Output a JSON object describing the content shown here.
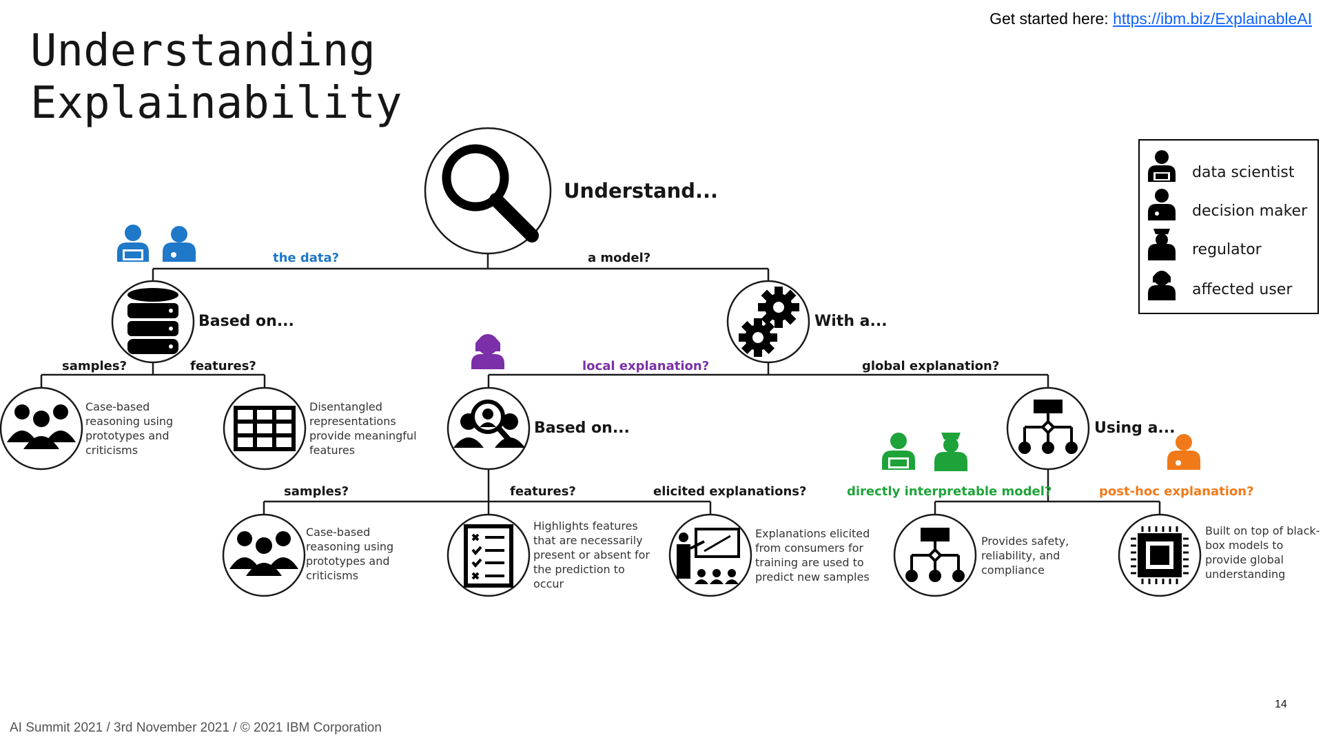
{
  "header": {
    "title_line1": "Understanding",
    "title_line2": "Explainability",
    "get_started_label": "Get started here: ",
    "get_started_link": "https://ibm.biz/ExplainableAI"
  },
  "footer": {
    "text": "AI Summit 2021 / 3rd November 2021 / © 2021 IBM Corporation",
    "page_number": "14"
  },
  "tree": {
    "root": "Understand...",
    "branch_data": "the data?",
    "branch_model": "a model?",
    "data_node": "Based on...",
    "data_samples": "samples?",
    "data_features": "features?",
    "data_samples_desc": [
      "Case-based",
      "reasoning using",
      "prototypes and",
      "criticisms"
    ],
    "data_features_desc": [
      "Disentangled",
      "representations",
      "provide meaningful",
      "features"
    ],
    "model_node": "With a...",
    "local": "local explanation?",
    "global": "global explanation?",
    "local_node": "Based on...",
    "local_samples": "samples?",
    "local_features": "features?",
    "local_elicited": "elicited explanations?",
    "local_samples_desc": [
      "Case-based",
      "reasoning using",
      "prototypes and",
      "criticisms"
    ],
    "local_features_desc": [
      "Highlights features",
      "that are necessarily",
      "present or absent for",
      "the prediction to",
      "occur"
    ],
    "local_elicited_desc": [
      "Explanations elicited",
      "from consumers for",
      "training are used to",
      "predict new samples"
    ],
    "global_node": "Using a...",
    "direct": "directly interpretable model?",
    "posthoc": "post-hoc explanation?",
    "direct_desc": [
      "Provides safety,",
      "reliability, and",
      "compliance"
    ],
    "posthoc_desc": [
      "Built on top of black-",
      "box models to",
      "provide global",
      "understanding"
    ]
  },
  "legend": {
    "items": [
      "data scientist",
      "decision maker",
      "regulator",
      "affected user"
    ]
  },
  "colors": {
    "data": "#1f78c8",
    "local": "#7b2fa8",
    "direct": "#1ea33a",
    "posthoc": "#f07a1a",
    "link": "#0f62fe"
  }
}
